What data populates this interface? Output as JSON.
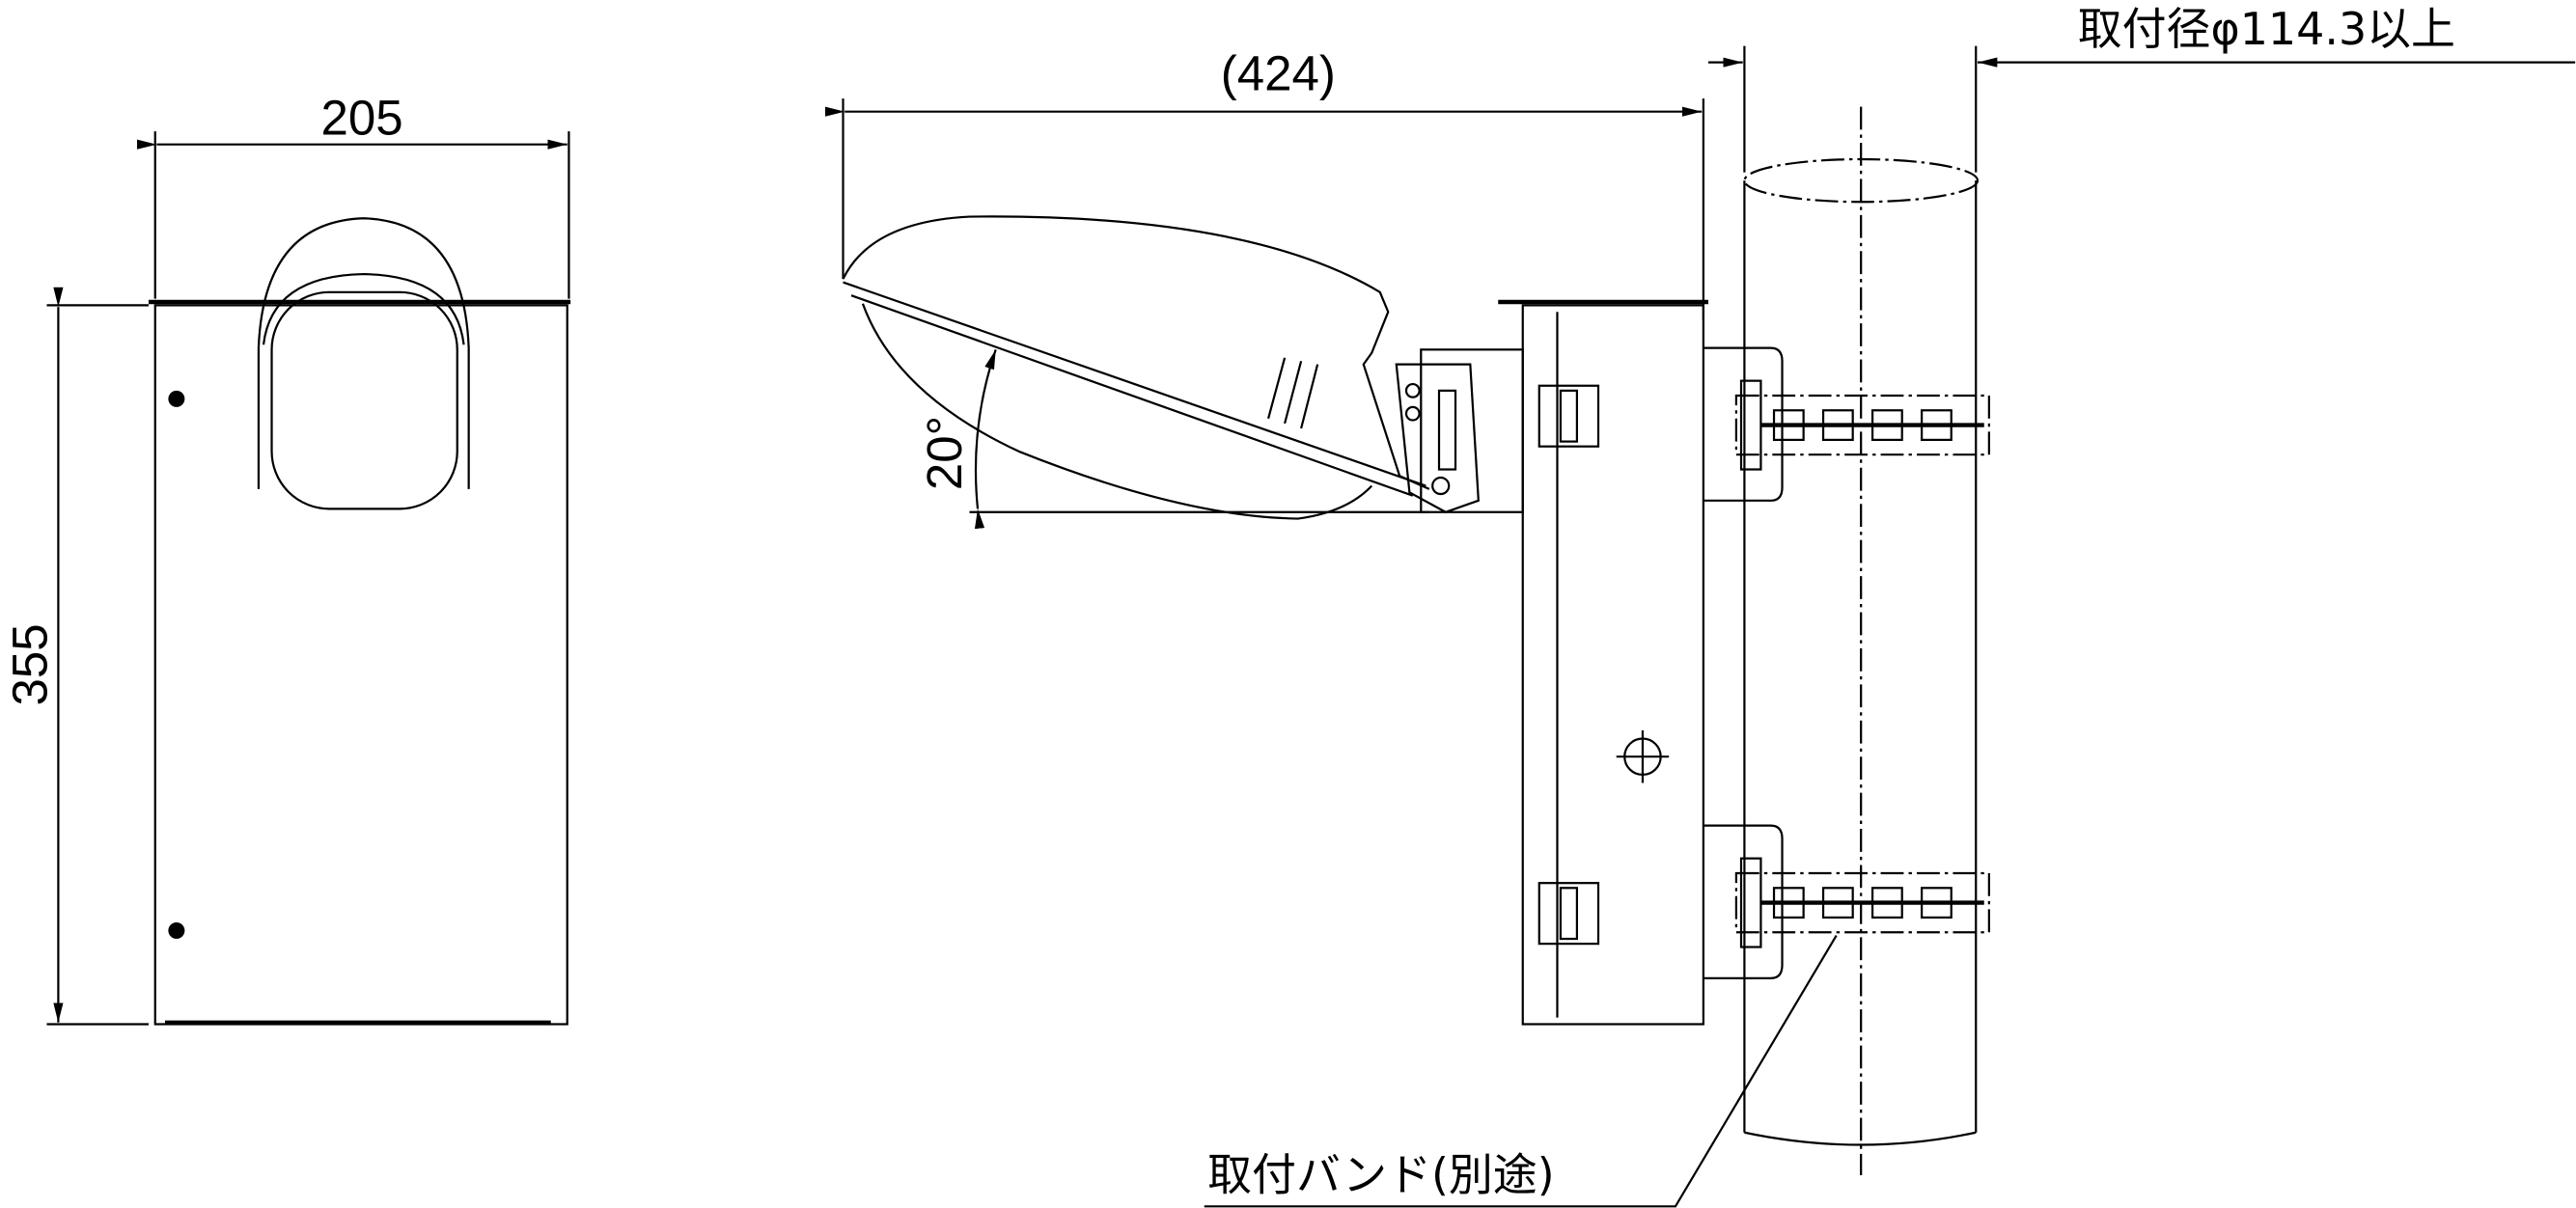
{
  "dimensions": {
    "width": "205",
    "height": "355",
    "projection": "(424)",
    "angle": "20°",
    "pole_diameter": "取付径φ114.3以上",
    "band_label": "取付バンド(別途)"
  }
}
